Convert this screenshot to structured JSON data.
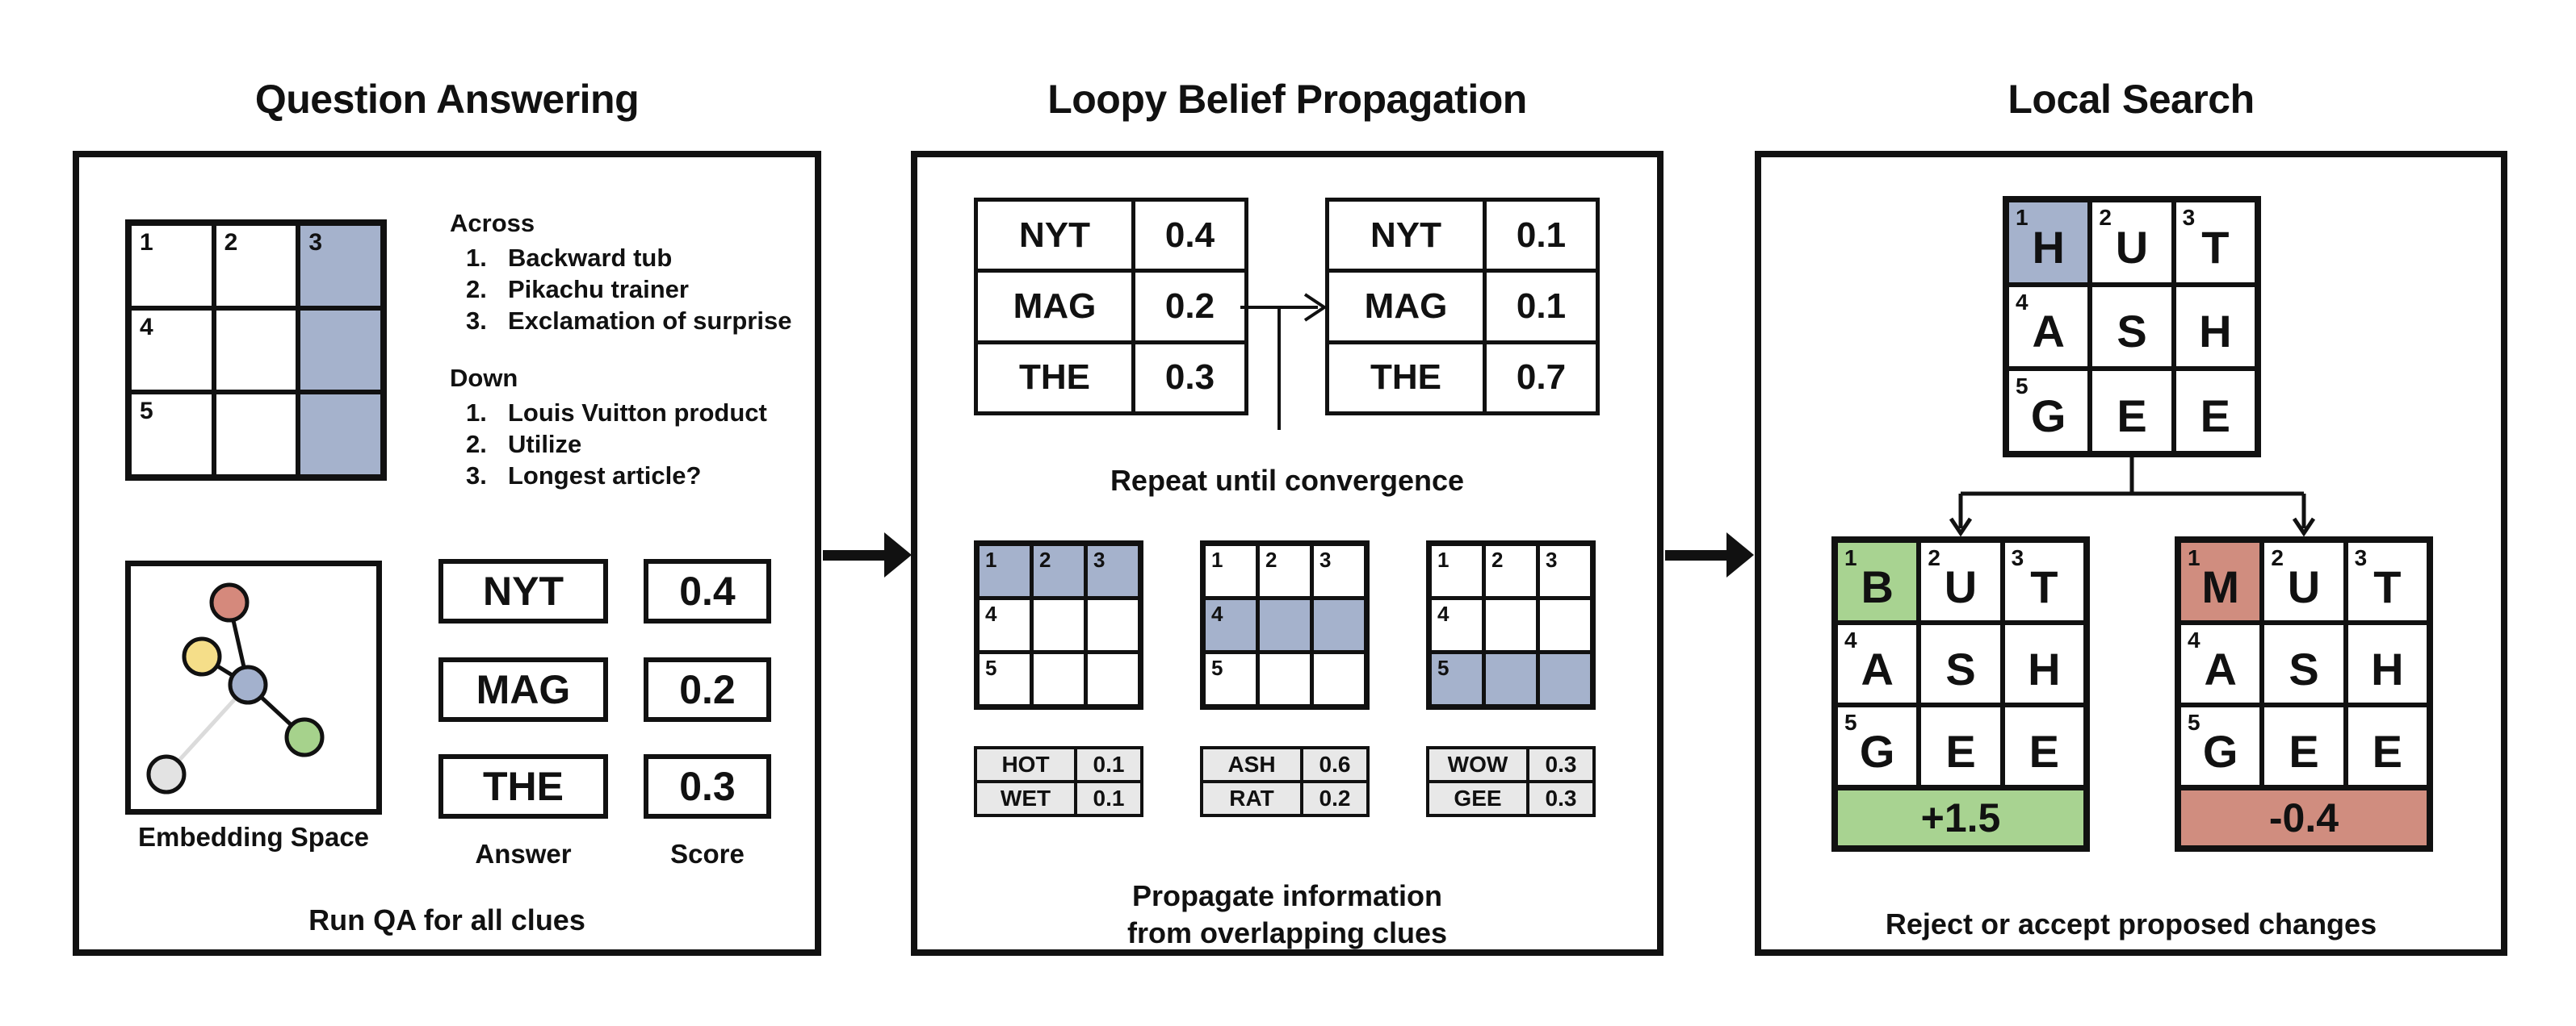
{
  "colors": {
    "highlight_blue": "#A5B2CC",
    "answer_yellow": "#F4E09C",
    "answer_salmon": "#D08D7F",
    "answer_green": "#A8D391",
    "candidate_gray": "#E8E8E8",
    "line_black": "#111111"
  },
  "titles": {
    "panel1": "Question Answering",
    "panel2": "Loopy Belief Propagation",
    "panel3": "Local Search"
  },
  "panel1": {
    "grid": {
      "cells": [
        {
          "num": "1"
        },
        {
          "num": "2"
        },
        {
          "num": "3",
          "hl": "blue"
        },
        {
          "num": "4"
        },
        {},
        {
          "hl": "blue"
        },
        {
          "num": "5"
        },
        {},
        {
          "hl": "blue"
        }
      ]
    },
    "clues": {
      "across_heading": "Across",
      "across": [
        {
          "n": "1.",
          "text": "Backward tub"
        },
        {
          "n": "2.",
          "text": "Pikachu trainer"
        },
        {
          "n": "3.",
          "text": "Exclamation of surprise"
        }
      ],
      "down_heading": "Down",
      "down": [
        {
          "n": "1.",
          "text": "Louis Vuitton product"
        },
        {
          "n": "2.",
          "text": "Utilize"
        },
        {
          "n": "3.",
          "text": "Longest article?"
        }
      ]
    },
    "embedding": {
      "label": "Embedding Space",
      "nodes": [
        {
          "name": "red-node",
          "hex": "#D5897C"
        },
        {
          "name": "yellow-node",
          "hex": "#F5DE89"
        },
        {
          "name": "blue-node",
          "hex": "#A3B1CD"
        },
        {
          "name": "green-node",
          "hex": "#A6D28C"
        },
        {
          "name": "gray-node",
          "hex": "#E3E3E3"
        }
      ]
    },
    "results": [
      {
        "word": "NYT",
        "score": "0.4",
        "color": "yellow"
      },
      {
        "word": "MAG",
        "score": "0.2",
        "color": "salmon"
      },
      {
        "word": "THE",
        "score": "0.3",
        "color": "green"
      }
    ],
    "answer_label": "Answer",
    "score_label": "Score",
    "caption": "Run QA for all clues"
  },
  "panel2": {
    "before": [
      {
        "word": "NYT",
        "score": "0.4",
        "color": "yellow"
      },
      {
        "word": "MAG",
        "score": "0.2",
        "color": "salmon"
      },
      {
        "word": "THE",
        "score": "0.3",
        "color": "green"
      }
    ],
    "after": [
      {
        "word": "NYT",
        "score": "0.1",
        "color": "yellow"
      },
      {
        "word": "MAG",
        "score": "0.1",
        "color": "salmon"
      },
      {
        "word": "THE",
        "score": "0.7",
        "color": "green"
      }
    ],
    "repeat_label": "Repeat until convergence",
    "grids": [
      {
        "cells": [
          {
            "num": "1",
            "hl": "blue"
          },
          {
            "num": "2",
            "hl": "blue"
          },
          {
            "num": "3",
            "hl": "blue"
          },
          {
            "num": "4"
          },
          {},
          {},
          {
            "num": "5"
          },
          {},
          {}
        ]
      },
      {
        "cells": [
          {
            "num": "1"
          },
          {
            "num": "2"
          },
          {
            "num": "3"
          },
          {
            "num": "4",
            "hl": "blue"
          },
          {
            "hl": "blue"
          },
          {
            "hl": "blue"
          },
          {
            "num": "5"
          },
          {},
          {}
        ]
      },
      {
        "cells": [
          {
            "num": "1"
          },
          {
            "num": "2"
          },
          {
            "num": "3"
          },
          {
            "num": "4"
          },
          {},
          {},
          {
            "num": "5",
            "hl": "blue"
          },
          {
            "hl": "blue"
          },
          {
            "hl": "blue"
          }
        ]
      }
    ],
    "tables": [
      {
        "rows": [
          {
            "word": "HOT",
            "score": "0.1"
          },
          {
            "word": "WET",
            "score": "0.1"
          }
        ]
      },
      {
        "rows": [
          {
            "word": "ASH",
            "score": "0.6"
          },
          {
            "word": "RAT",
            "score": "0.2"
          }
        ]
      },
      {
        "rows": [
          {
            "word": "WOW",
            "score": "0.3"
          },
          {
            "word": "GEE",
            "score": "0.3"
          }
        ]
      }
    ],
    "caption_line1": "Propagate information",
    "caption_line2": "from overlapping clues"
  },
  "panel3": {
    "top_grid": {
      "cells": [
        {
          "num": "1",
          "letter": "H",
          "hl": "blue"
        },
        {
          "num": "2",
          "letter": "U"
        },
        {
          "num": "3",
          "letter": "T"
        },
        {
          "num": "4",
          "letter": "A"
        },
        {
          "letter": "S"
        },
        {
          "letter": "H"
        },
        {
          "num": "5",
          "letter": "G"
        },
        {
          "letter": "E"
        },
        {
          "letter": "E"
        }
      ]
    },
    "proposals": [
      {
        "cells": [
          {
            "num": "1",
            "letter": "B",
            "hl": "green"
          },
          {
            "num": "2",
            "letter": "U"
          },
          {
            "num": "3",
            "letter": "T"
          },
          {
            "num": "4",
            "letter": "A"
          },
          {
            "letter": "S"
          },
          {
            "letter": "H"
          },
          {
            "num": "5",
            "letter": "G"
          },
          {
            "letter": "E"
          },
          {
            "letter": "E"
          }
        ],
        "delta": "+1.5",
        "delta_color": "green"
      },
      {
        "cells": [
          {
            "num": "1",
            "letter": "M",
            "hl": "salmon"
          },
          {
            "num": "2",
            "letter": "U"
          },
          {
            "num": "3",
            "letter": "T"
          },
          {
            "num": "4",
            "letter": "A"
          },
          {
            "letter": "S"
          },
          {
            "letter": "H"
          },
          {
            "num": "5",
            "letter": "G"
          },
          {
            "letter": "E"
          },
          {
            "letter": "E"
          }
        ],
        "delta": "-0.4",
        "delta_color": "salmon"
      }
    ],
    "caption": "Reject or accept proposed changes"
  }
}
